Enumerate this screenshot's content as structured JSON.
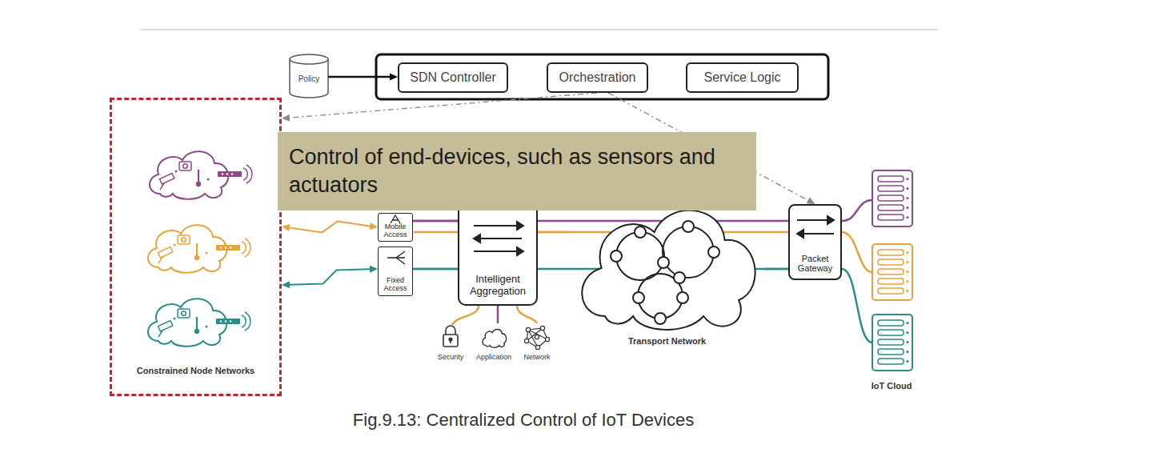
{
  "diagram": {
    "caption": "Fig.9.13: Centralized Control of IoT Devices",
    "nodes": [
      {
        "text": [
          "Policy"
        ]
      },
      {
        "text": [
          "SDN Controller"
        ]
      },
      {
        "text": [
          "Orchestration"
        ]
      },
      {
        "text": [
          "Service Logic"
        ]
      },
      {
        "text": [
          "Constrained Node Networks"
        ]
      },
      {
        "text": [
          "Control of end-devices, such as sensors and actuators"
        ]
      },
      {
        "text": [
          "Mobile Access"
        ]
      },
      {
        "text": [
          "Fixed Access"
        ]
      },
      {
        "text": [
          "Intelligent Aggregation"
        ]
      },
      {
        "text": [
          "Transport Network"
        ]
      },
      {
        "text": [
          "Packet Gateway"
        ]
      }
    ],
    "edges": [
      {
        "from": 0,
        "to": 1,
        "arrow": "to"
      },
      {
        "from": 2,
        "to": 4,
        "arrow": "to"
      },
      {
        "from": 2,
        "to": 10,
        "arrow": "to"
      },
      {
        "from": 4,
        "to": 6,
        "arrow": "both"
      },
      {
        "from": 4,
        "to": 7,
        "arrow": "both"
      },
      {
        "from": 6,
        "to": 8,
        "arrow": "none"
      },
      {
        "from": 7,
        "to": 8,
        "arrow": "none"
      },
      {
        "from": 8,
        "to": 9,
        "arrow": "none"
      },
      {
        "from": 9,
        "to": 10,
        "arrow": "none"
      }
    ],
    "labels": [
      "Security",
      "Application",
      "Network",
      "IoT Cloud"
    ]
  }
}
